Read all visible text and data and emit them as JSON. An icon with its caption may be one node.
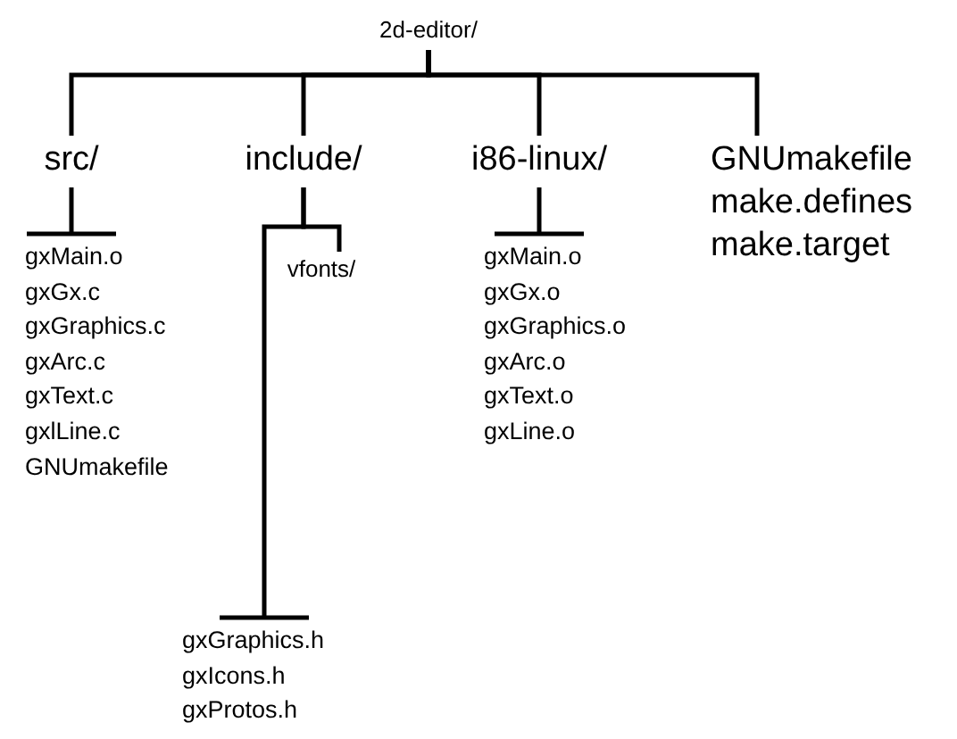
{
  "diagram": {
    "nodes": [
      {
        "text": [
          "2d-editor/"
        ]
      },
      {
        "text": [
          "src/"
        ]
      },
      {
        "text": [
          "include/"
        ]
      },
      {
        "text": [
          "i86-linux/"
        ]
      },
      {
        "text": [
          "GNUmakefile",
          "make.defines",
          "make.target"
        ]
      },
      {
        "text": [
          "gxMain.o",
          "gxGx.c",
          "gxGraphics.c",
          "gxArc.c",
          "gxText.c",
          "gxlLine.c",
          "GNUmakefile"
        ]
      },
      {
        "text": [
          "vfonts/"
        ]
      },
      {
        "text": [
          "gxGraphics.h",
          "gxIcons.h",
          "gxProtos.h"
        ]
      },
      {
        "text": [
          "gxMain.o",
          "gxGx.o",
          "gxGraphics.o",
          "gxArc.o",
          "gxText.o",
          "gxLine.o"
        ]
      }
    ],
    "edges": [
      {
        "from": 0,
        "to": 1,
        "arrow": "none"
      },
      {
        "from": 0,
        "to": 2,
        "arrow": "none"
      },
      {
        "from": 0,
        "to": 3,
        "arrow": "none"
      },
      {
        "from": 0,
        "to": 4,
        "arrow": "none"
      },
      {
        "from": 1,
        "to": 5,
        "arrow": "other"
      },
      {
        "from": 2,
        "to": 6,
        "arrow": "none"
      },
      {
        "from": 2,
        "to": 7,
        "arrow": "other"
      },
      {
        "from": 3,
        "to": 8,
        "arrow": "other"
      }
    ]
  }
}
